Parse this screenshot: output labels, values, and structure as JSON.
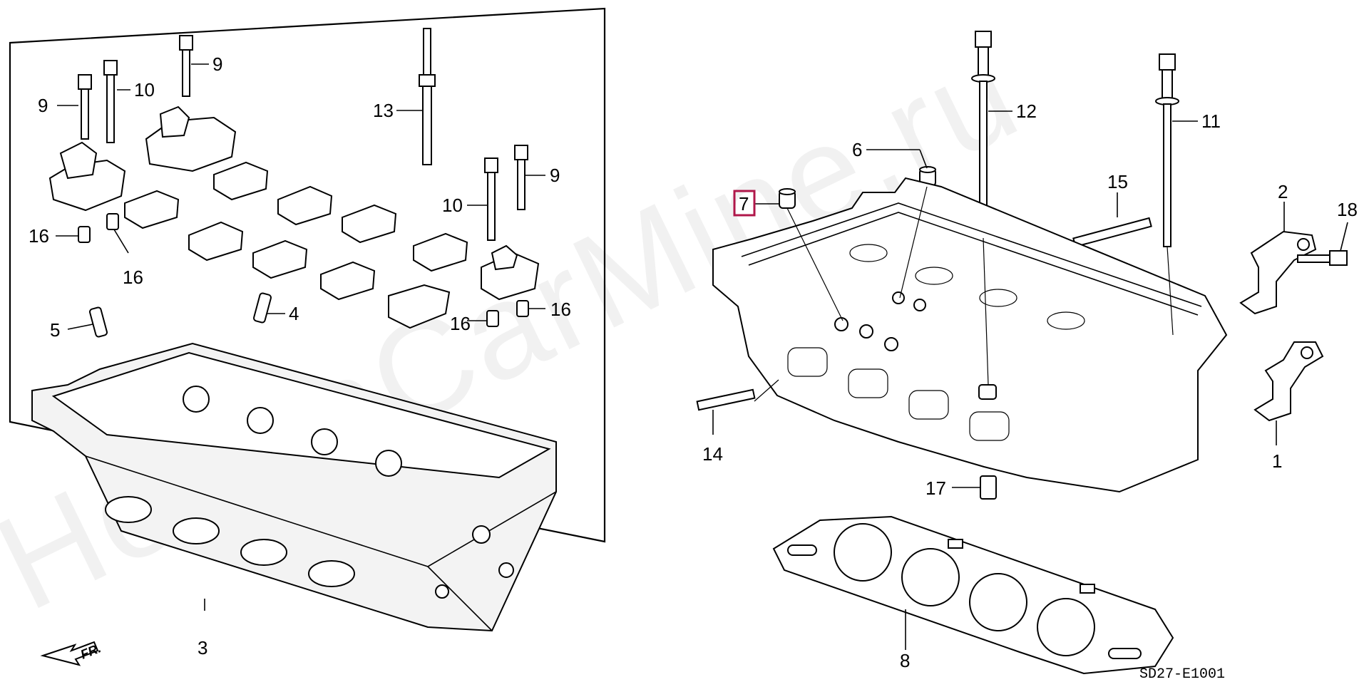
{
  "watermark": "HondaCarMine.ru",
  "diagram_code": "SD27-E1001",
  "front_arrow_label": "FR.",
  "highlighted_part": "7",
  "callouts": {
    "c9a": "9",
    "c10a": "10",
    "c9b": "9",
    "c16a": "16",
    "c16b": "16",
    "c13": "13",
    "c10b": "10",
    "c9c": "9",
    "c16c": "16",
    "c16d": "16",
    "c5": "5",
    "c4": "4",
    "c3": "3",
    "c6": "6",
    "c7": "7",
    "c12": "12",
    "c11": "11",
    "c15": "15",
    "c2": "2",
    "c18": "18",
    "c14": "14",
    "c1": "1",
    "c17": "17",
    "c8": "8"
  }
}
